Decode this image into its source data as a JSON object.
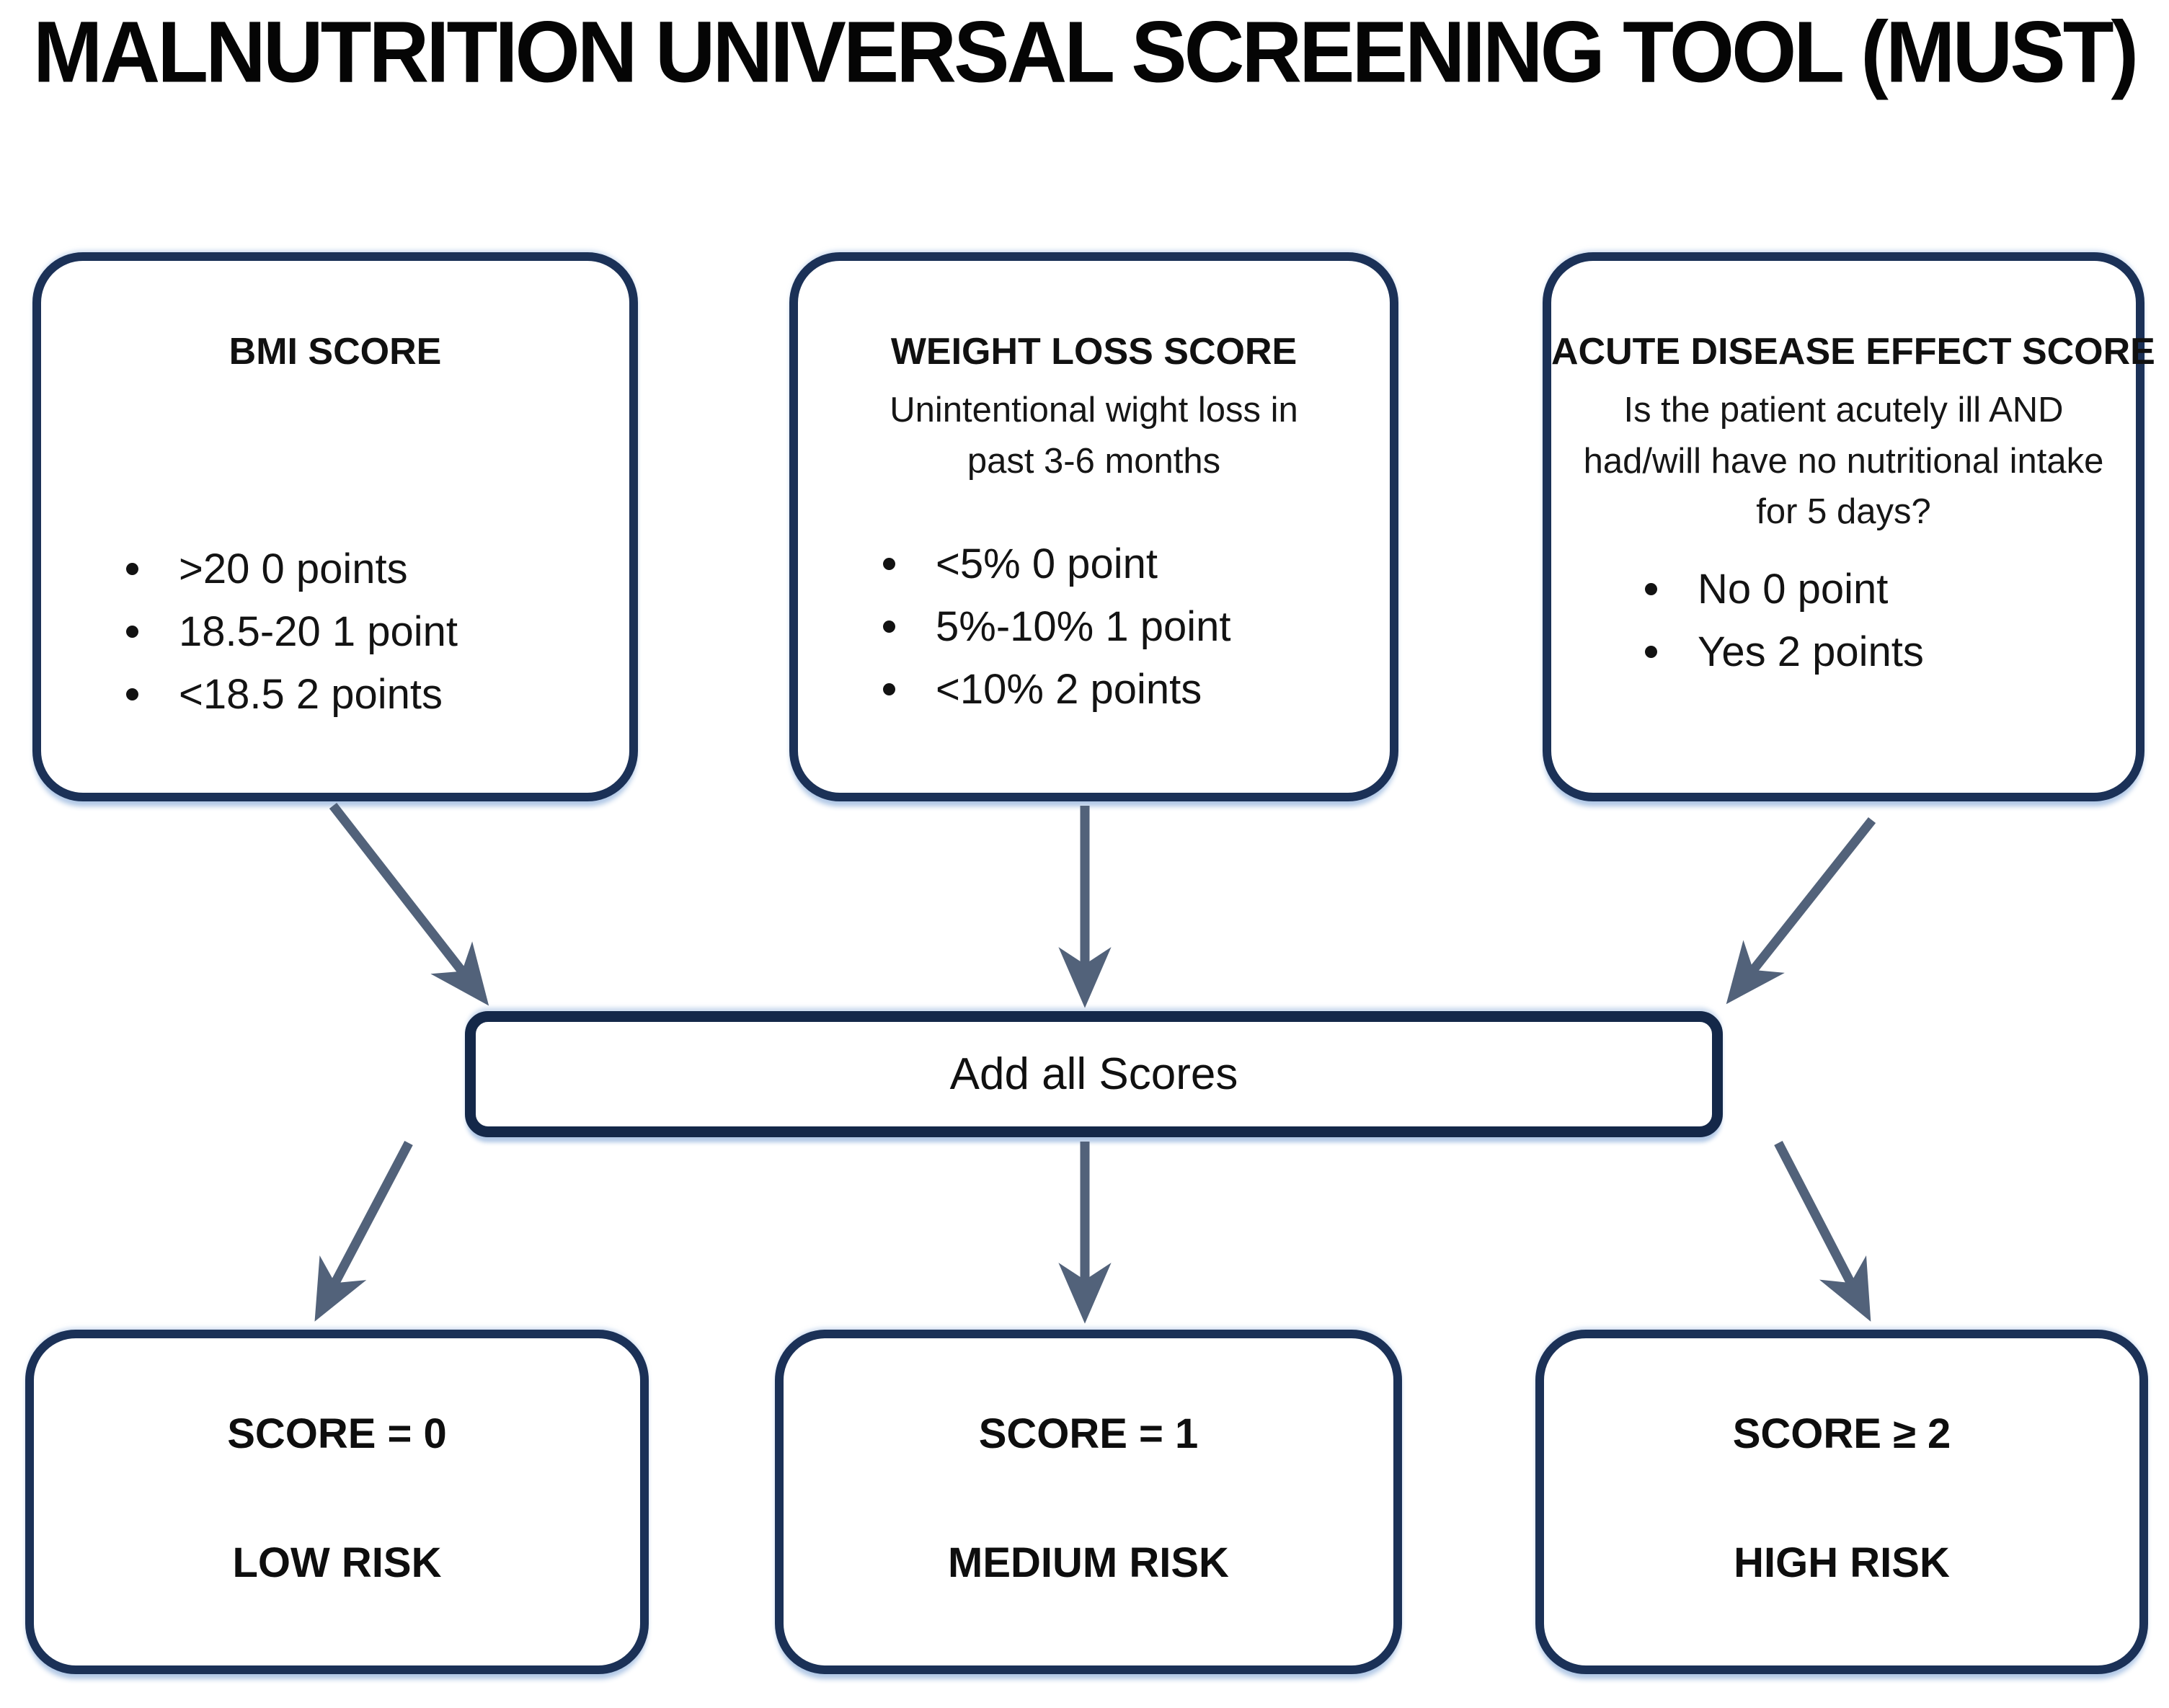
{
  "title": "MALNUTRITION UNIVERSAL SCREENING TOOL (MUST)",
  "criteria_boxes": [
    {
      "title": "BMI SCORE",
      "subtitle_lines": [],
      "bullets": [
        ">20 0 points",
        "18.5-20 1 point",
        "<18.5 2 points"
      ]
    },
    {
      "title": "WEIGHT LOSS SCORE",
      "subtitle_lines": [
        "Unintentional wight loss in",
        "past 3-6 months"
      ],
      "bullets": [
        "<5% 0 point",
        "5%-10% 1 point",
        "<10% 2 points"
      ]
    },
    {
      "title": "ACUTE DISEASE EFFECT SCORE",
      "subtitle_lines": [
        "Is the patient acutely ill AND",
        "had/will have no nutritional intake",
        "for 5 days?"
      ],
      "bullets": [
        "No 0 point",
        "Yes 2 points"
      ]
    }
  ],
  "aggregator": {
    "label": "Add all Scores"
  },
  "results": [
    {
      "score": "SCORE = 0",
      "risk": "LOW RISK"
    },
    {
      "score": "SCORE = 1",
      "risk": "MEDIUM RISK"
    },
    {
      "score": "SCORE ≥ 2",
      "risk": "HIGH RISK"
    }
  ],
  "colors": {
    "box_border": "#1b3157",
    "bar_border": "#142849",
    "arrow": "#52627a",
    "soft_glow": "#c7d7ec",
    "text": "#141414",
    "background": "#ffffff"
  }
}
